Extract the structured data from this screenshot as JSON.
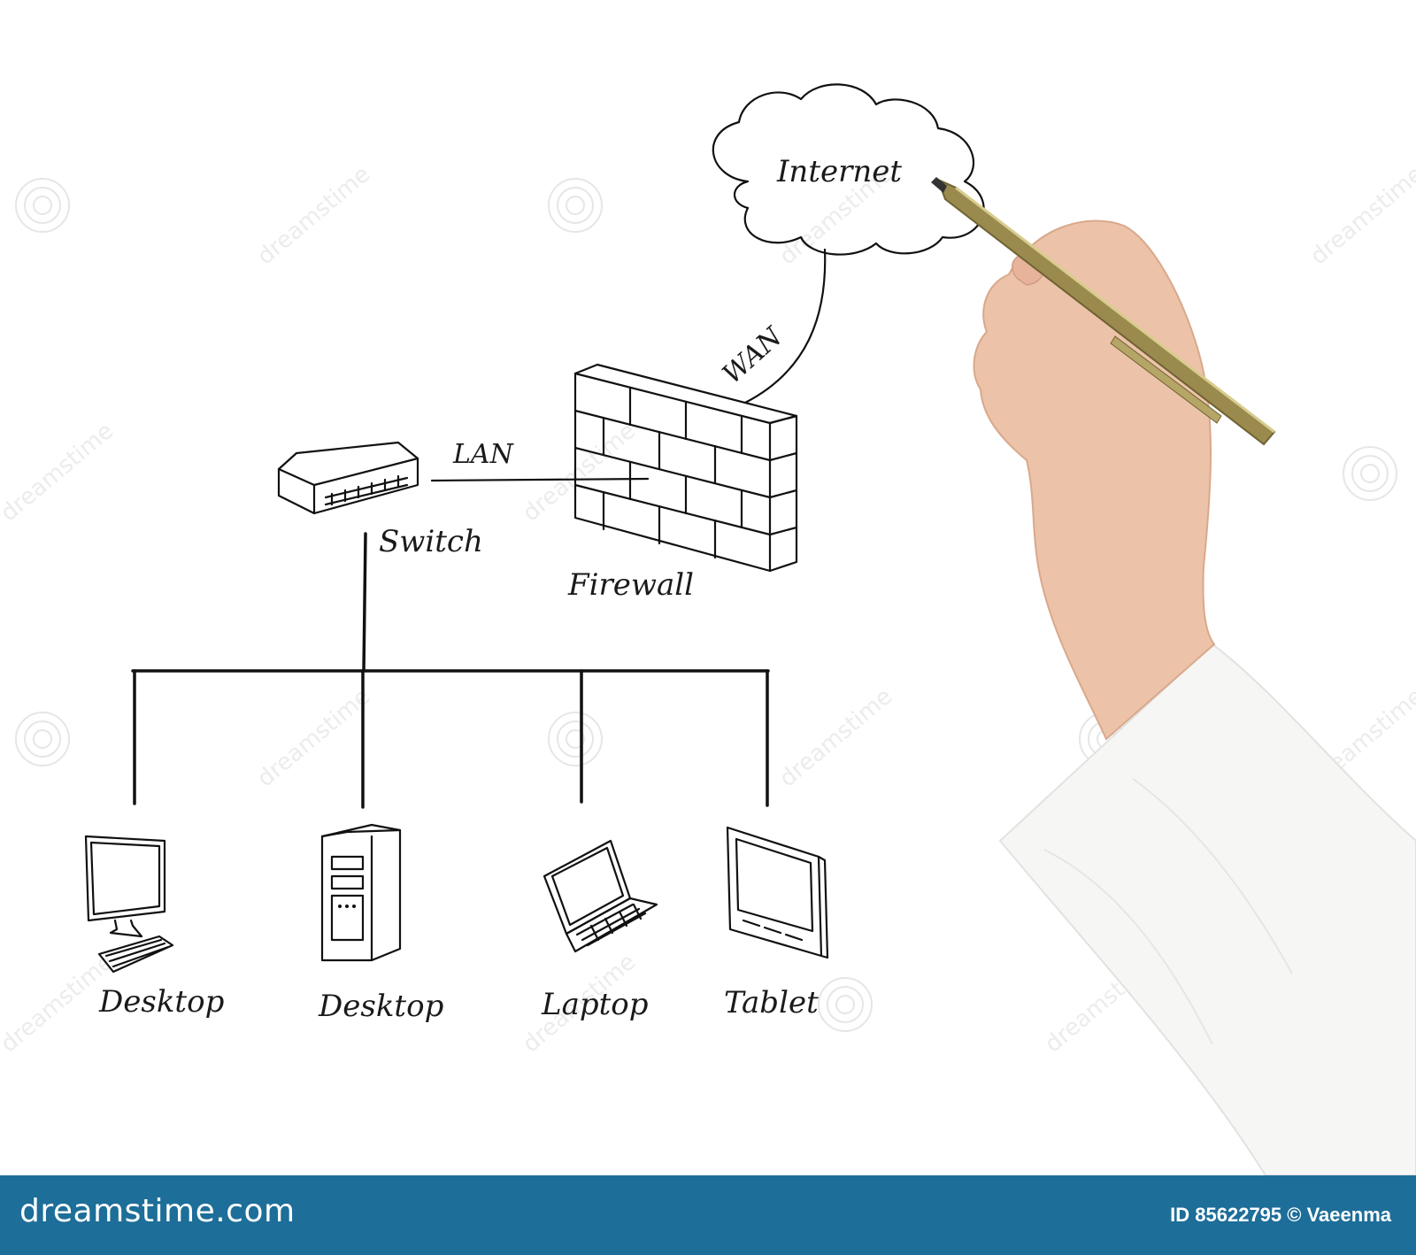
{
  "diagram": {
    "internet_label": "Internet",
    "wan_label": "WAN",
    "lan_label": "LAN",
    "switch_label": "Switch",
    "firewall_label": "Firewall",
    "devices": [
      {
        "label": "Desktop",
        "icon": "monitor-icon"
      },
      {
        "label": "Desktop",
        "icon": "tower-pc-icon"
      },
      {
        "label": "Laptop",
        "icon": "laptop-icon"
      },
      {
        "label": "Tablet",
        "icon": "tablet-icon"
      }
    ]
  },
  "watermark": {
    "text": "dreamstime"
  },
  "footer": {
    "brand": "dreamstime.com",
    "credit": "ID 85622795 © Vaeenma",
    "background_color": "#1d6e99"
  }
}
